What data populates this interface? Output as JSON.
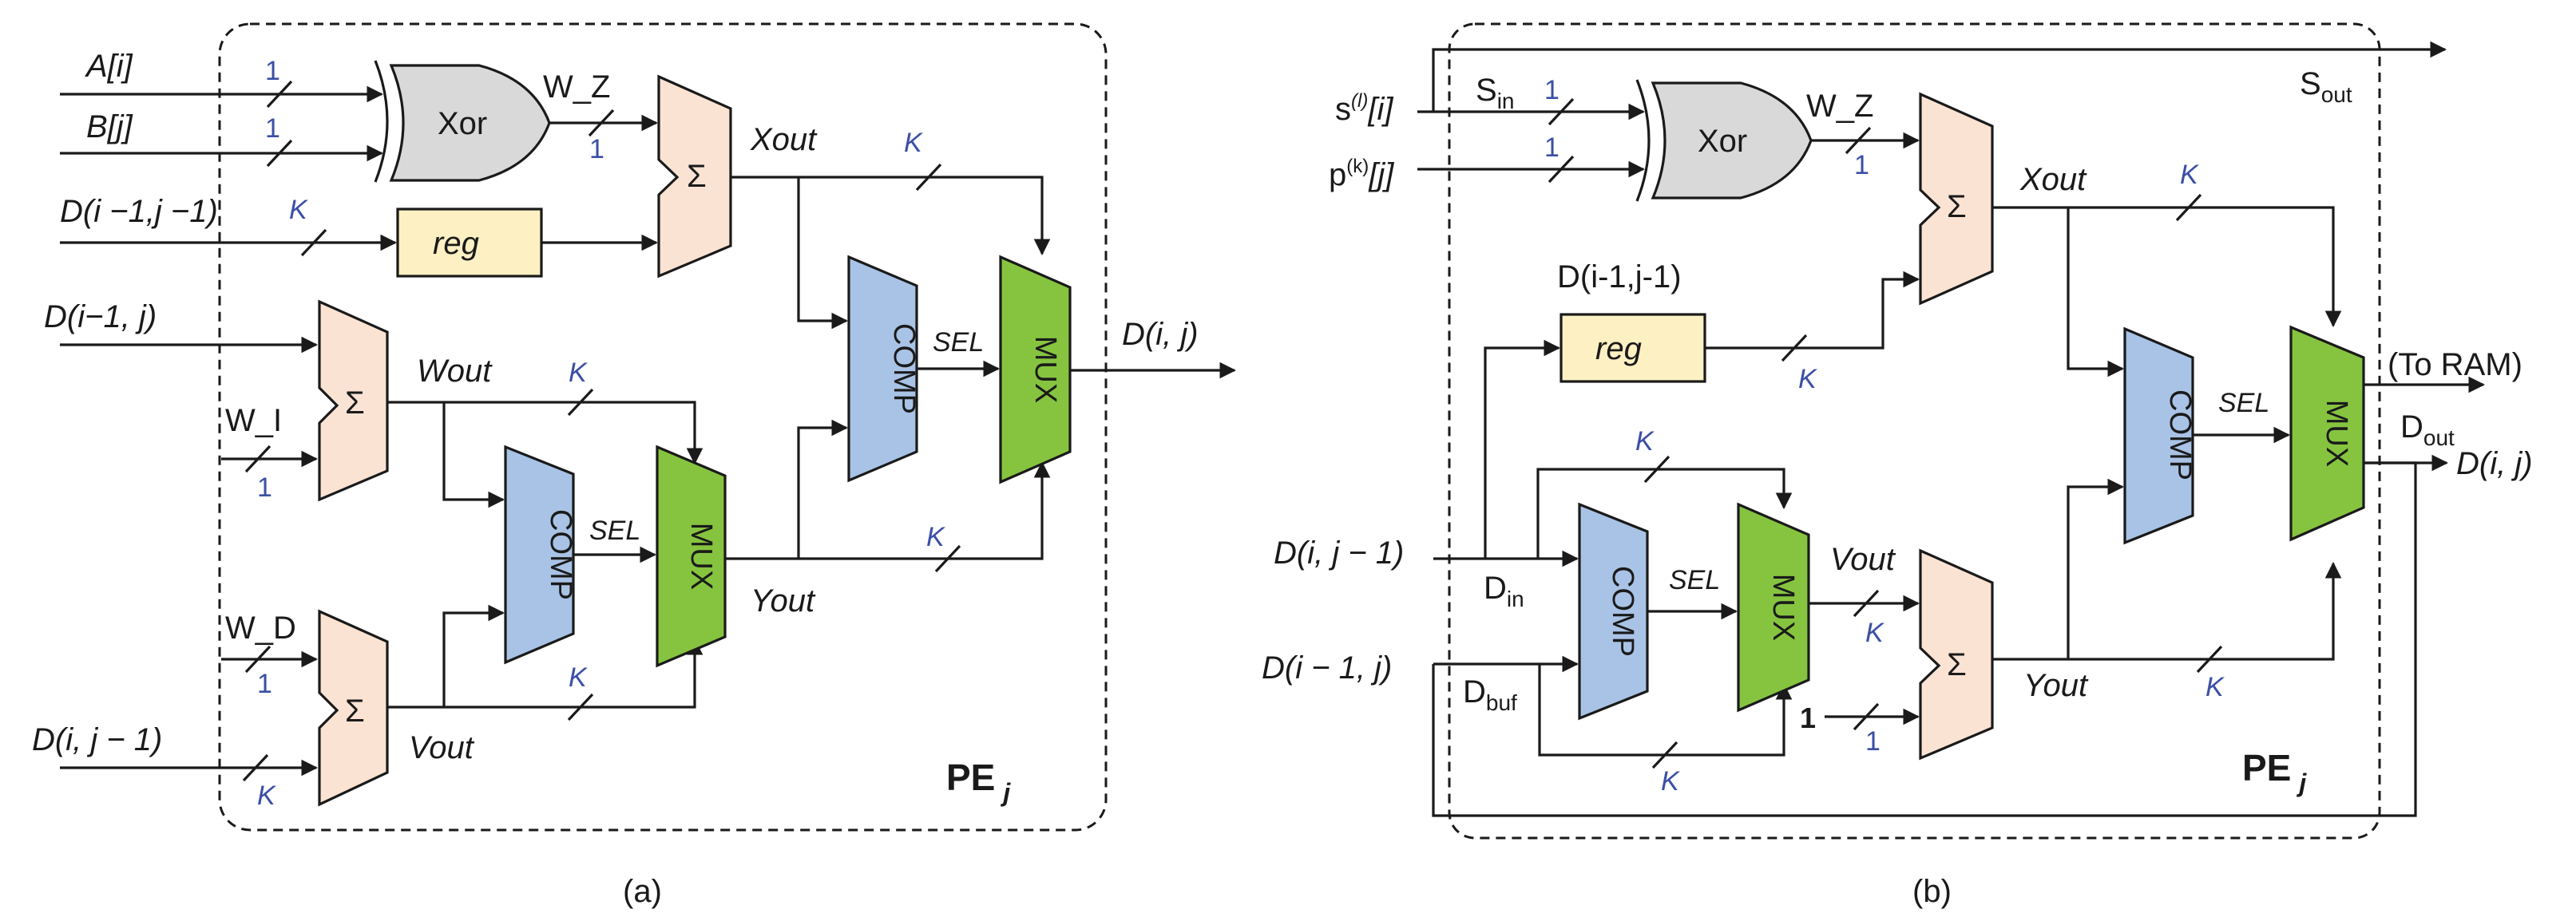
{
  "colors": {
    "adder": "#fbe3d4",
    "comp": "#a9c3e6",
    "mux": "#86c440",
    "xor": "#d9d9d9",
    "reg": "#fdf0c2",
    "bitwidth_text": "#3b4fa6"
  },
  "a": {
    "caption": "(a)",
    "pe": "PE",
    "pe_sub": "j",
    "in_a": "A[i]",
    "in_b": "B[j]",
    "in_d11": "D(i −1,j −1)",
    "in_d1j": "D(i−1, j)",
    "in_w_i": "W_I",
    "in_w_d": "W_D",
    "in_dij1": "D(i, j − 1)",
    "w_z": "W_Z",
    "xor": "Xor",
    "reg": "reg",
    "sum": "Σ",
    "comp": "COMP",
    "mux": "MUX",
    "sel": "SEL",
    "xout": "Xout",
    "wout": "Wout",
    "vout": "Vout",
    "yout": "Yout",
    "out": "D(i, j)",
    "bw_one": "1",
    "bw_k": "K"
  },
  "b": {
    "caption": "(b)",
    "pe": "PE",
    "pe_sub": "j",
    "in_s": "s",
    "in_s_sup": "(l)",
    "in_s_idx": "[i]",
    "in_p": "p",
    "in_p_sup": "(k)",
    "in_p_idx": "[j]",
    "s_in": "S",
    "s_in_sub": "in",
    "s_out": "S",
    "s_out_sub": "out",
    "w_z": "W_Z",
    "xor": "Xor",
    "d11": "D(i-1,j-1)",
    "reg": "reg",
    "in_dij1": "D(i, j − 1)",
    "in_d1j": "D(i − 1, j)",
    "d_in": "D",
    "d_in_sub": "in",
    "d_buf": "D",
    "d_buf_sub": "buf",
    "sum": "Σ",
    "comp": "COMP",
    "mux": "MUX",
    "sel": "SEL",
    "xout": "Xout",
    "vout": "Vout",
    "yout": "Yout",
    "one_in": "1",
    "to_ram": "(To RAM)",
    "d_out": "D",
    "d_out_sub": "out",
    "out": "D(i, j)",
    "bw_one": "1",
    "bw_k": "K"
  }
}
